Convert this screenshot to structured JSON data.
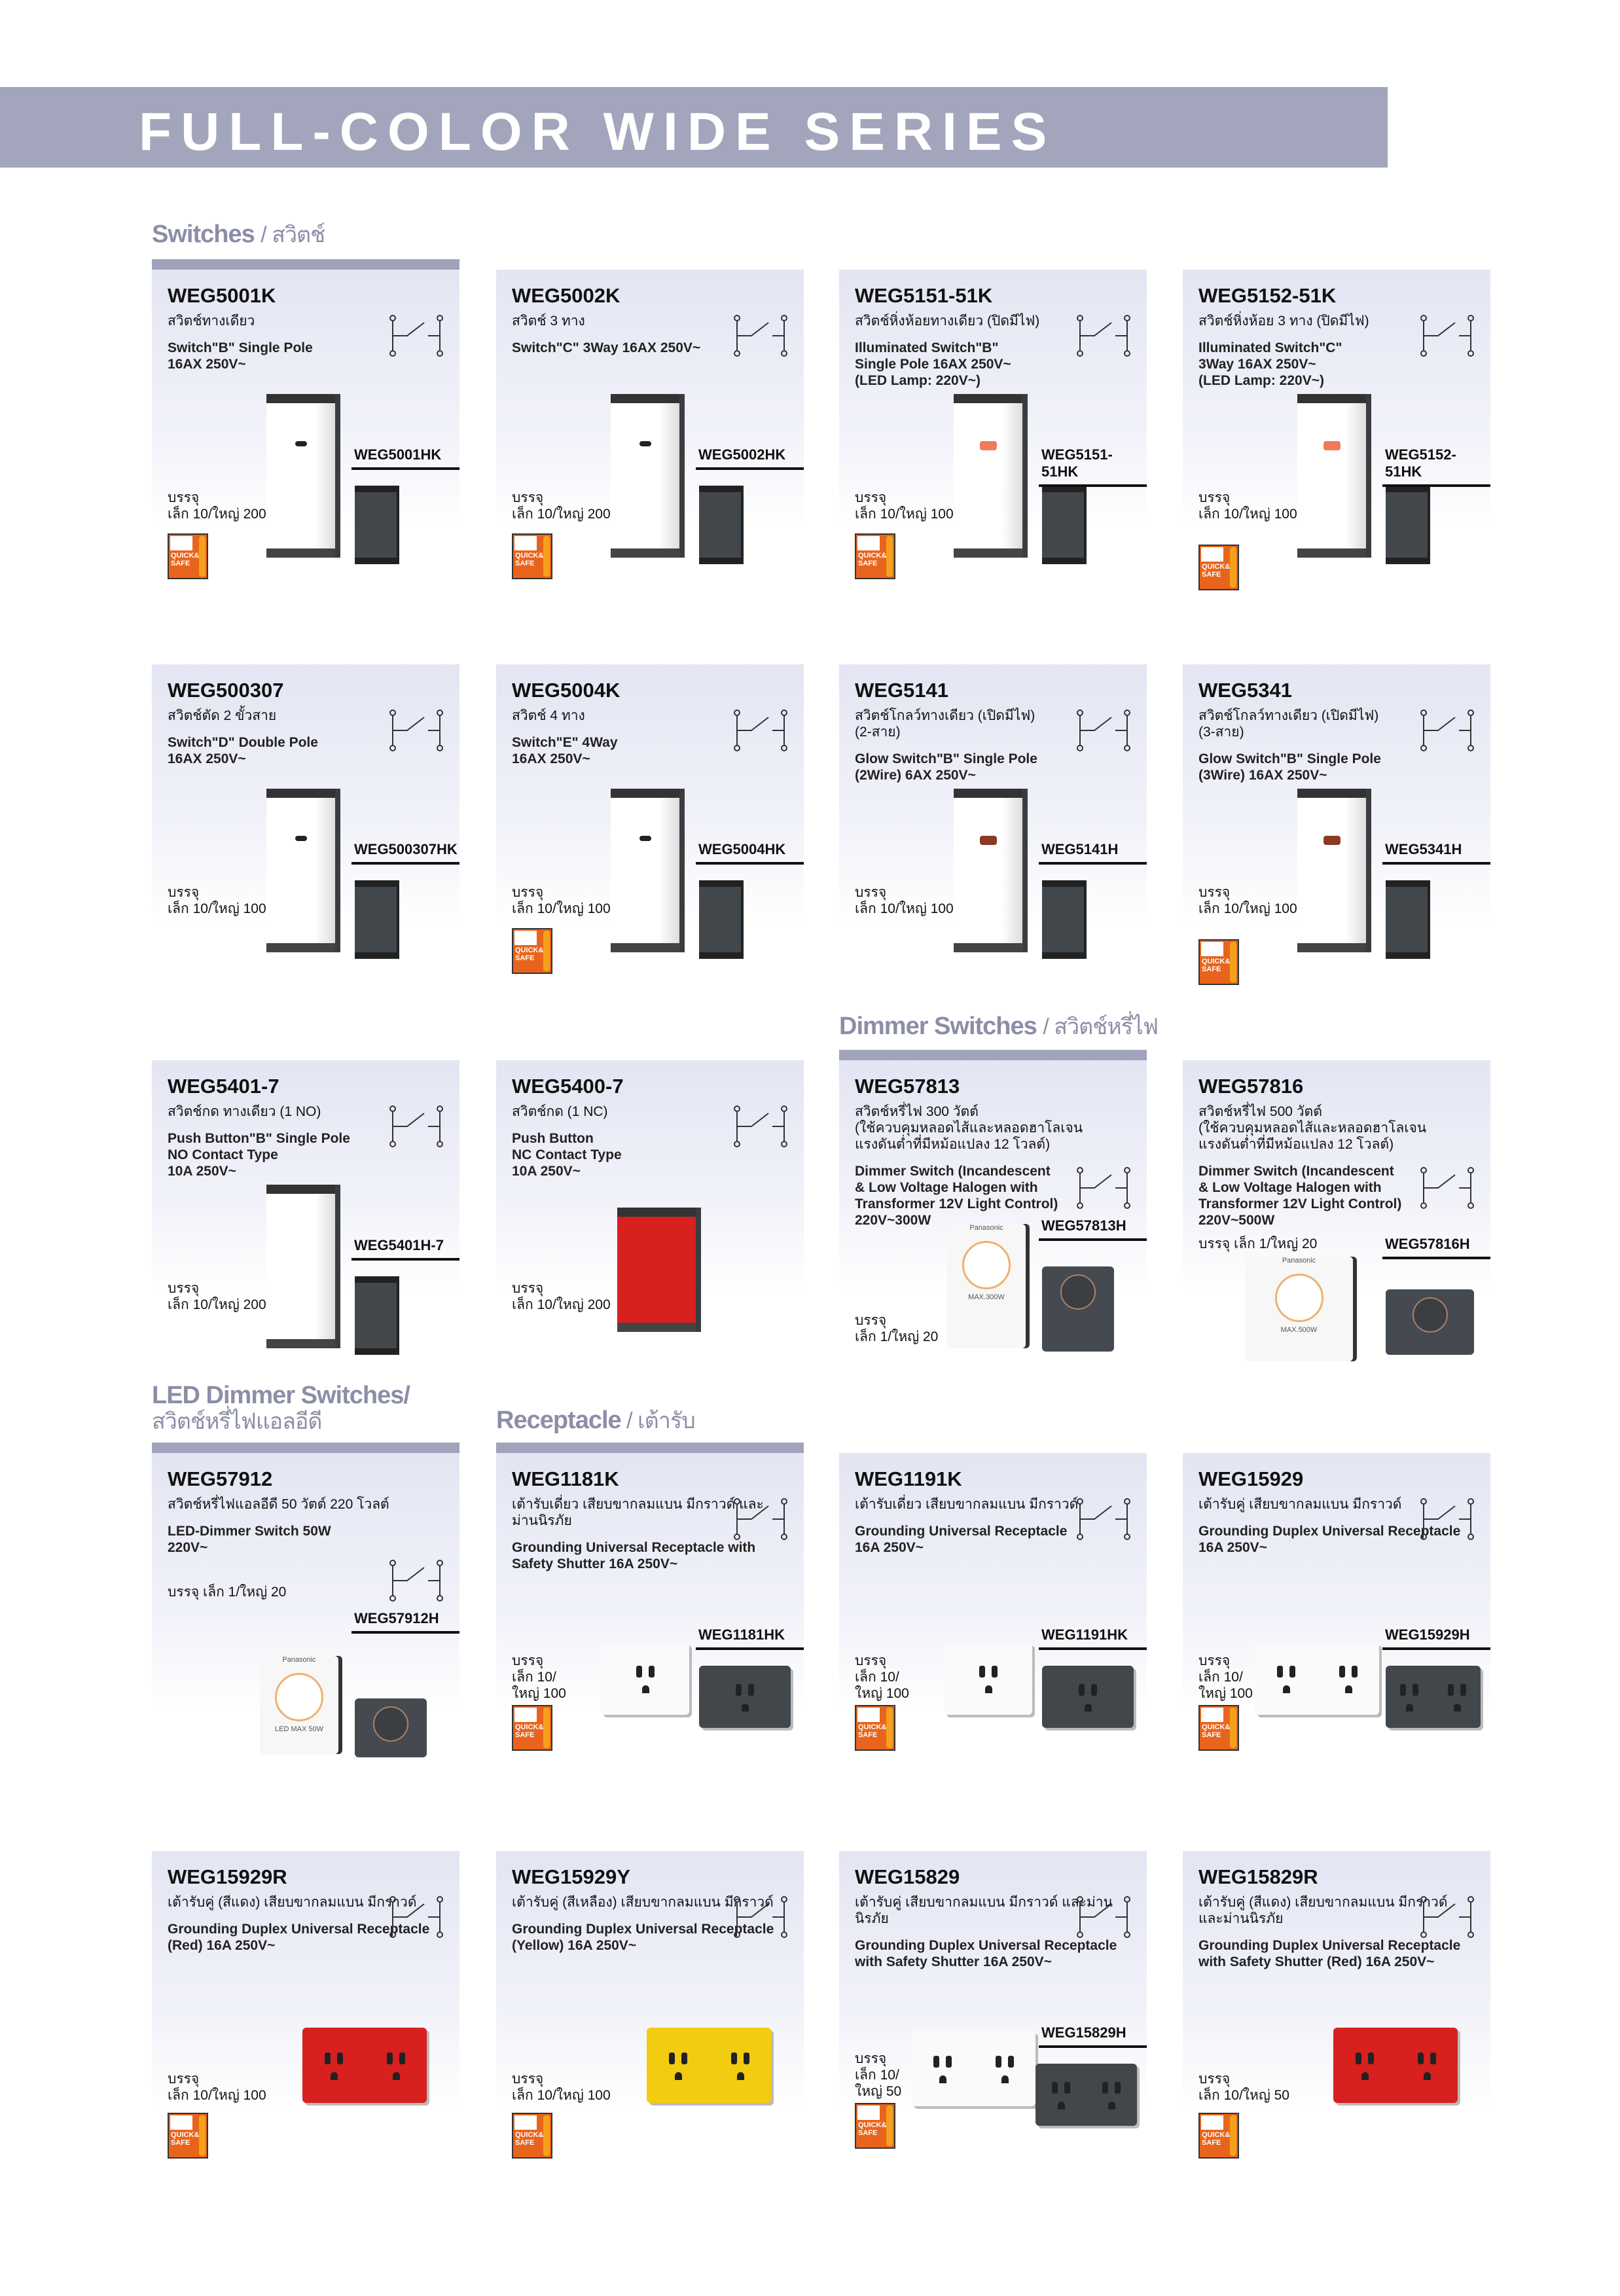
{
  "title": "FULL-COLOR WIDE SERIES",
  "sections": {
    "switches": {
      "en": "Switches",
      "th": "/ สวิตช์"
    },
    "dimmer": {
      "en": "Dimmer Switches",
      "th": "/ สวิตช์หรี่ไฟ"
    },
    "led_dimmer": {
      "en": "LED Dimmer Switches/",
      "th": "สวิตช์หรี่ไฟแอลอีดี"
    },
    "receptacle": {
      "en": "Receptacle",
      "th": " / เต้ารับ"
    }
  },
  "badge_text": "QUICK& SAFE",
  "product_brand": "Panasonic",
  "colors": {
    "banner": "#a3a5bc",
    "section_text": "#8c8ea8",
    "indicator_orange": "#f07a5a",
    "indicator_amber": "#8a3a20",
    "red": "#d8201e",
    "yellow": "#f2cc10",
    "dark": "#42474c"
  },
  "cards": [
    {
      "model": "WEG5001K",
      "thai": [
        "สวิตช์ทางเดียว"
      ],
      "spec": [
        "Switch\"B\" Single Pole",
        "16AX 250V~"
      ],
      "alt": "WEG5001HK",
      "pack": [
        "บรรจุ",
        "เล็ก 10/ใหญ่ 200"
      ],
      "badge": true
    },
    {
      "model": "WEG5002K",
      "thai": [
        "สวิตช์ 3 ทาง"
      ],
      "spec": [
        "Switch\"C\" 3Way 16AX 250V~"
      ],
      "alt": "WEG5002HK",
      "pack": [
        "บรรจุ",
        "เล็ก 10/ใหญ่ 200"
      ],
      "badge": true
    },
    {
      "model": "WEG5151-51K",
      "thai": [
        "สวิตช์หิ่งห้อยทางเดียว (ปิดมีไฟ)"
      ],
      "spec": [
        "Illuminated Switch\"B\"",
        "Single Pole 16AX 250V~",
        "(LED Lamp: 220V~)"
      ],
      "alt": "WEG5151-51HK",
      "pack": [
        "บรรจุ",
        "เล็ก 10/ใหญ่ 100"
      ],
      "badge": true
    },
    {
      "model": "WEG5152-51K",
      "thai": [
        "สวิตช์หิ่งห้อย 3 ทาง (ปิดมีไฟ)"
      ],
      "spec": [
        "Illuminated Switch\"C\"",
        "3Way 16AX 250V~",
        "(LED Lamp: 220V~)"
      ],
      "alt": "WEG5152-51HK",
      "pack": [
        "บรรจุ",
        "เล็ก 10/ใหญ่ 100"
      ],
      "badge": true
    },
    {
      "model": "WEG500307",
      "thai": [
        "สวิตช์ตัด 2 ขั้วสาย"
      ],
      "spec": [
        "Switch\"D\" Double Pole",
        "16AX 250V~"
      ],
      "alt": "WEG500307HK",
      "pack": [
        "บรรจุ",
        "เล็ก 10/ใหญ่ 100"
      ],
      "badge": false
    },
    {
      "model": "WEG5004K",
      "thai": [
        "สวิตช์ 4 ทาง"
      ],
      "spec": [
        "Switch\"E\" 4Way",
        "16AX 250V~"
      ],
      "alt": "WEG5004HK",
      "pack": [
        "บรรจุ",
        "เล็ก 10/ใหญ่ 100"
      ],
      "badge": true
    },
    {
      "model": "WEG5141",
      "thai": [
        "สวิตช์โกลว์ทางเดียว (เปิดมีไฟ)",
        "(2-สาย)"
      ],
      "spec": [
        "Glow Switch\"B\" Single Pole",
        "(2Wire) 6AX 250V~"
      ],
      "alt": "WEG5141H",
      "pack": [
        "บรรจุ",
        "เล็ก 10/ใหญ่ 100"
      ],
      "badge": false
    },
    {
      "model": "WEG5341",
      "thai": [
        "สวิตช์โกลว์ทางเดียว (เปิดมีไฟ)",
        "(3-สาย)"
      ],
      "spec": [
        "Glow Switch\"B\" Single Pole",
        "(3Wire) 16AX 250V~"
      ],
      "alt": "WEG5341H",
      "pack": [
        "บรรจุ",
        "เล็ก 10/ใหญ่ 100"
      ],
      "badge": true
    },
    {
      "model": "WEG5401-7",
      "thai": [
        "สวิตช์กด ทางเดียว (1 NO)"
      ],
      "spec": [
        "Push Button\"B\" Single Pole",
        "NO Contact Type",
        "10A 250V~"
      ],
      "alt": "WEG5401H-7",
      "pack": [
        "บรรจุ",
        "เล็ก 10/ใหญ่ 200"
      ],
      "badge": false
    },
    {
      "model": "WEG5400-7",
      "thai": [
        "สวิตช์กด (1 NC)"
      ],
      "spec": [
        "Push Button",
        "NC Contact Type",
        "10A 250V~"
      ],
      "alt": "",
      "pack": [
        "บรรจุ",
        "เล็ก 10/ใหญ่ 200"
      ],
      "badge": false
    },
    {
      "model": "WEG57813",
      "thai": [
        "สวิตช์หรี่ไฟ 300 วัตต์",
        "(ใช้ควบคุมหลอดไส้และหลอดฮาโลเจน",
        "แรงดันต่ำที่มีหม้อแปลง 12 โวลต์)"
      ],
      "spec": [
        "Dimmer Switch (Incandescent",
        "& Low Voltage Halogen with",
        "Transformer 12V Light Control)",
        "220V~300W"
      ],
      "alt": "WEG57813H",
      "pack": [
        "บรรจุ",
        "เล็ก 1/ใหญ่ 20"
      ],
      "badge": false,
      "max": "MAX.300W"
    },
    {
      "model": "WEG57816",
      "thai": [
        "สวิตช์หรี่ไฟ 500 วัตต์",
        "(ใช้ควบคุมหลอดไส้และหลอดฮาโลเจน",
        "แรงดันต่ำที่มีหม้อแปลง 12 โวลต์)"
      ],
      "spec": [
        "Dimmer Switch (Incandescent",
        "& Low Voltage Halogen with",
        "Transformer 12V Light Control) 220V~500W"
      ],
      "alt": "WEG57816H",
      "pack": [
        "บรรจุ เล็ก 1/ใหญ่ 20"
      ],
      "badge": false,
      "max": "MAX.500W"
    },
    {
      "model": "WEG57912",
      "thai": [
        "สวิตช์หรี่ไฟแอลอีดี 50 วัตต์ 220 โวลต์"
      ],
      "spec": [
        "LED-Dimmer Switch 50W",
        "220V~"
      ],
      "alt": "WEG57912H",
      "pack": [
        "บรรจุ เล็ก 1/ใหญ่ 20"
      ],
      "badge": false,
      "max": "LED MAX 50W"
    },
    {
      "model": "WEG1181K",
      "thai": [
        "เต้ารับเดี่ยว เสียบขากลมแบน มีกราวด์ และม่านนิรภัย"
      ],
      "spec": [
        "Grounding Universal Receptacle with",
        "Safety Shutter 16A 250V~"
      ],
      "alt": "WEG1181HK",
      "pack": [
        "บรรจุ",
        "เล็ก 10/",
        "ใหญ่ 100"
      ],
      "badge": true
    },
    {
      "model": "WEG1191K",
      "thai": [
        "เต้ารับเดี่ยว เสียบขากลมแบน มีกราวด์"
      ],
      "spec": [
        "Grounding Universal Receptacle",
        "16A 250V~"
      ],
      "alt": "WEG1191HK",
      "pack": [
        "บรรจุ",
        "เล็ก 10/",
        "ใหญ่ 100"
      ],
      "badge": true
    },
    {
      "model": "WEG15929",
      "thai": [
        "เต้ารับคู่ เสียบขากลมแบน มีกราวด์"
      ],
      "spec": [
        "Grounding Duplex Universal Receptacle",
        "16A 250V~"
      ],
      "alt": "WEG15929H",
      "pack": [
        "บรรจุ",
        "เล็ก 10/",
        "ใหญ่ 100"
      ],
      "badge": true
    },
    {
      "model": "WEG15929R",
      "thai": [
        "เต้ารับคู่ (สีแดง) เสียบขากลมแบน มีกราวด์"
      ],
      "spec": [
        "Grounding Duplex Universal Receptacle",
        "(Red) 16A 250V~"
      ],
      "alt": "",
      "pack": [
        "บรรจุ",
        "เล็ก 10/ใหญ่ 100"
      ],
      "badge": true
    },
    {
      "model": "WEG15929Y",
      "thai": [
        "เต้ารับคู่ (สีเหลือง) เสียบขากลมแบน มีกราวด์"
      ],
      "spec": [
        "Grounding Duplex Universal Receptacle",
        "(Yellow) 16A 250V~"
      ],
      "alt": "",
      "pack": [
        "บรรจุ",
        "เล็ก 10/ใหญ่ 100"
      ],
      "badge": true
    },
    {
      "model": "WEG15829",
      "thai": [
        "เต้ารับคู่ เสียบขากลมแบน มีกราวด์ และม่านนิรภัย"
      ],
      "spec": [
        "Grounding Duplex Universal Receptacle",
        "with Safety Shutter 16A 250V~"
      ],
      "alt": "WEG15829H",
      "pack": [
        "บรรจุ",
        "เล็ก 10/",
        "ใหญ่ 50"
      ],
      "badge": true
    },
    {
      "model": "WEG15829R",
      "thai": [
        "เต้ารับคู่ (สีแดง) เสียบขากลมแบน มีกราวด์",
        "และม่านนิรภัย"
      ],
      "spec": [
        "Grounding Duplex Universal Receptacle",
        "with Safety Shutter (Red) 16A 250V~"
      ],
      "alt": "",
      "pack": [
        "บรรจุ",
        "เล็ก 10/ใหญ่ 50"
      ],
      "badge": true
    }
  ]
}
